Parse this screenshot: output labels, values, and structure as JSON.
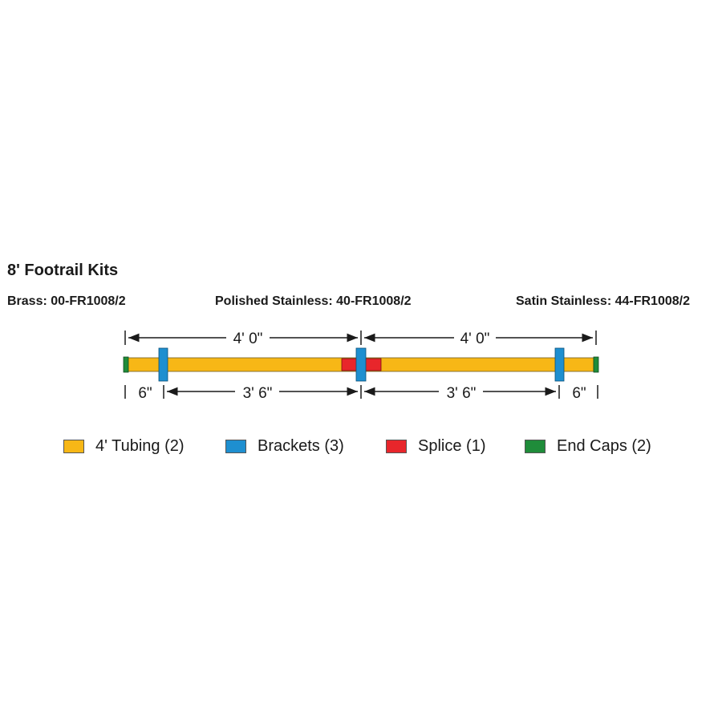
{
  "title": "8' Footrail Kits",
  "kits": {
    "brass": "Brass: 00-FR1008/2",
    "polished": "Polished Stainless: 40-FR1008/2",
    "satin": "Satin Stainless: 44-FR1008/2"
  },
  "dimensions": {
    "top_left": "4' 0\"",
    "top_right": "4' 0\"",
    "bottom_left_end": "6\"",
    "bottom_left_span": "3' 6\"",
    "bottom_right_span": "3' 6\"",
    "bottom_right_end": "6\""
  },
  "legend": [
    {
      "label": "4' Tubing (2)",
      "color": "#f7b716"
    },
    {
      "label": "Brackets (3)",
      "color": "#1e8fd0"
    },
    {
      "label": "Splice (1)",
      "color": "#e8262b"
    },
    {
      "label": "End Caps (2)",
      "color": "#1f8c3a"
    }
  ],
  "colors": {
    "tubing": "#f7b716",
    "bracket": "#1e8fd0",
    "splice": "#e8262b",
    "end_cap": "#1f8c3a",
    "line": "#1a1a1a"
  }
}
